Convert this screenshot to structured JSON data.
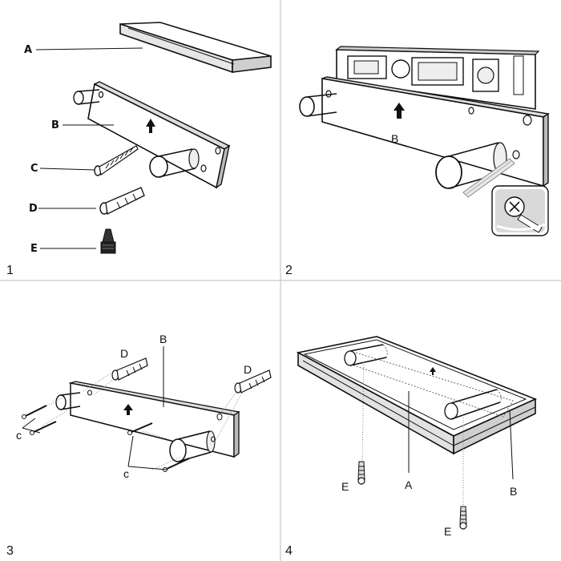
{
  "panels": [
    {
      "step": "1",
      "labels": {
        "a": "A",
        "b": "B",
        "c": "C",
        "d": "D",
        "e": "E"
      }
    },
    {
      "step": "2",
      "labels": {
        "b": "B"
      }
    },
    {
      "step": "3",
      "labels": {
        "b": "B",
        "d1": "D",
        "d2": "D",
        "c1": "c",
        "c2": "c"
      }
    },
    {
      "step": "4",
      "labels": {
        "a": "A",
        "b": "B",
        "e1": "E",
        "e2": "E"
      }
    }
  ],
  "colors": {
    "line": "#111111",
    "grid": "#bbbbbb",
    "panel_bg": "#ffffff",
    "shelf_fill": "#ffffff",
    "shade": "#d9d9d9"
  }
}
